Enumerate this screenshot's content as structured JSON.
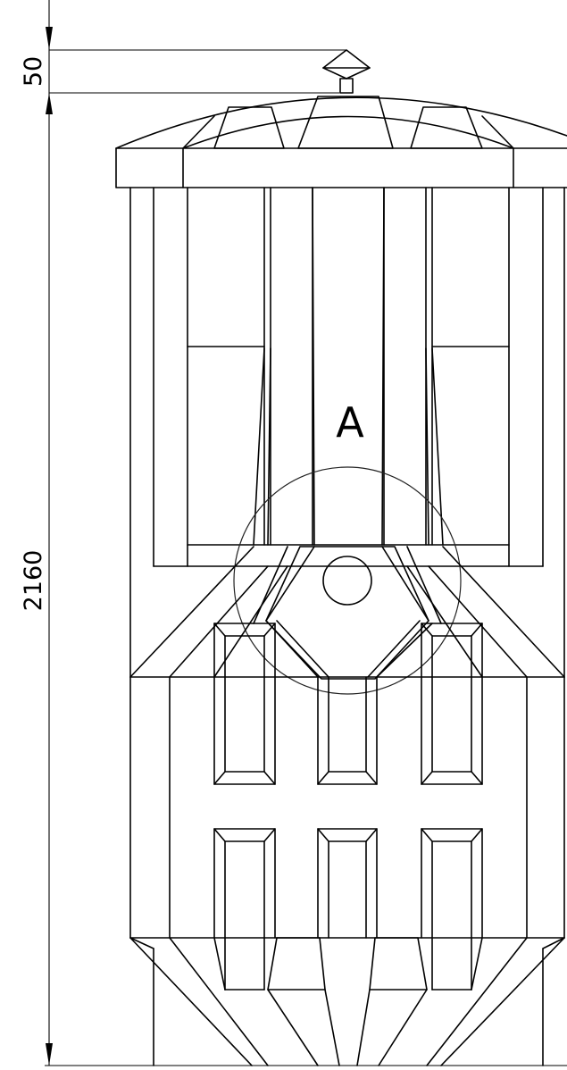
{
  "dimensions": {
    "top_height": "50",
    "total_height": "2160"
  },
  "detail_label": "A",
  "icons": {
    "arrow": "arrowhead",
    "finial": "finial-cap",
    "detail_circle": "detail-circle"
  },
  "colors": {
    "line": "#000000",
    "background": "#ffffff"
  }
}
